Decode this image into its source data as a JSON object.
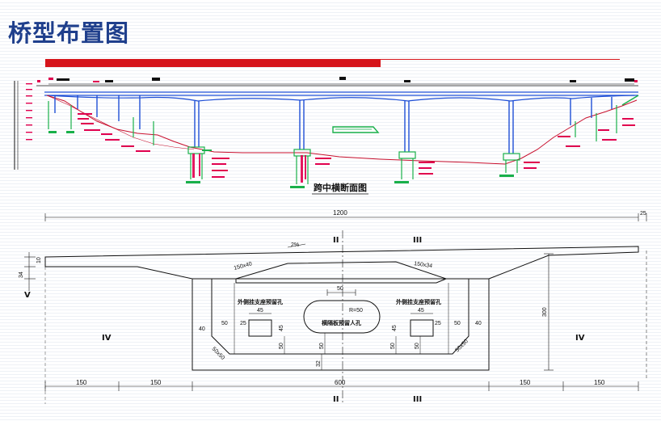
{
  "slide": {
    "title": "桥型布置图",
    "accent_color": "#d6151b",
    "title_color": "#1f3f8c"
  },
  "elevation": {
    "deck_color": "#1f4fd6",
    "ground_color": "#c8102e",
    "pile_color": "#19b04a",
    "annotation_color": "#e0004e"
  },
  "cross_section": {
    "caption": "跨中横断面图",
    "total_width_label": "1200",
    "edge_label": "25",
    "slope_label": "2%",
    "left_haunch_label": "150x40",
    "right_haunch_label": "150x34",
    "depth_label": "300",
    "left_offset_label": "10",
    "left_height_label": "34",
    "bottom_labels": [
      "150",
      "150",
      "600",
      "150",
      "150"
    ],
    "section_marks": {
      "top_left": "II",
      "top_right": "III",
      "side_left": "IV",
      "side_right": "IV",
      "left_edge": "V",
      "bottom_left": "II",
      "bottom_right": "III"
    },
    "manhole": {
      "label": "横隔板预留人孔",
      "radius_label": "R=50",
      "width_label": "50"
    },
    "left_bearing": {
      "label": "外侧挂支座预留孔",
      "width_label": "45",
      "left_label": "25",
      "height_label": "45",
      "rib_label": "50",
      "wall_label": "40",
      "chamfer_label": "50x50"
    },
    "right_bearing": {
      "label": "外侧挂支座预留孔",
      "width_label": "45",
      "left_label": "25",
      "height_label": "45",
      "rib_label": "50",
      "wall_label": "40",
      "chamfer_label": "50x50"
    },
    "bottom_dims": {
      "left_rib": "50",
      "center_left": "50",
      "center_right": "50",
      "right_rib": "50",
      "web_bottom": "32"
    }
  }
}
